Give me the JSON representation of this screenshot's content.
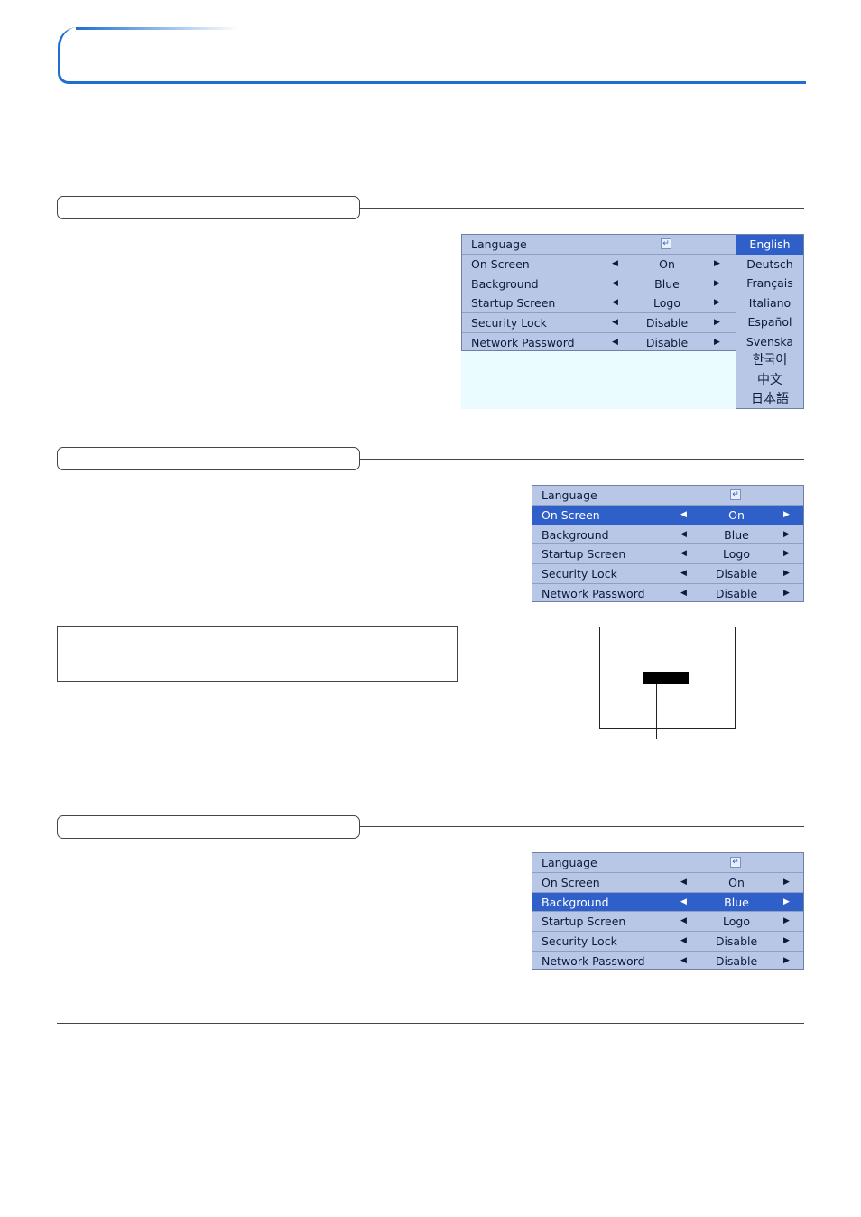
{
  "menu_items": [
    {
      "label": "Language",
      "value": "",
      "arrows": false
    },
    {
      "label": "On Screen",
      "value": "On",
      "arrows": true
    },
    {
      "label": "Background",
      "value": "Blue",
      "arrows": true
    },
    {
      "label": "Startup Screen",
      "value": "Logo",
      "arrows": true
    },
    {
      "label": "Security Lock",
      "value": "Disable",
      "arrows": true
    },
    {
      "label": "Network Password",
      "value": "Disable",
      "arrows": true
    }
  ],
  "menu1": {
    "rows": [
      "Language",
      "On Screen",
      "Background",
      "Startup Screen",
      "Security Lock",
      "Network Password"
    ],
    "values": [
      "",
      "On",
      "Blue",
      "Logo",
      "Disable",
      "Disable"
    ],
    "selected_index": 0
  },
  "languages": [
    "English",
    "Deutsch",
    "Français",
    "Italiano",
    "Español",
    "Svenska",
    "한국어",
    "中文",
    "日本語"
  ],
  "menu2": {
    "rows": [
      "Language",
      "On Screen",
      "Background",
      "Startup Screen",
      "Security Lock",
      "Network Password"
    ],
    "values": [
      "",
      "On",
      "Blue",
      "Logo",
      "Disable",
      "Disable"
    ],
    "selected_index": 1
  },
  "menu3": {
    "rows": [
      "Language",
      "On Screen",
      "Background",
      "Startup Screen",
      "Security Lock",
      "Network Password"
    ],
    "values": [
      "",
      "On",
      "Blue",
      "Logo",
      "Disable",
      "Disable"
    ],
    "selected_index": 2
  },
  "icons": {
    "enter": "enter-key-icon",
    "left": "left-arrow-icon",
    "right": "right-arrow-icon"
  },
  "colors": {
    "accent": "#1d6fd0",
    "menu_bg": "#b9c7e6",
    "menu_sel": "#2f5fc8",
    "panel_bg": "#eafcff"
  }
}
